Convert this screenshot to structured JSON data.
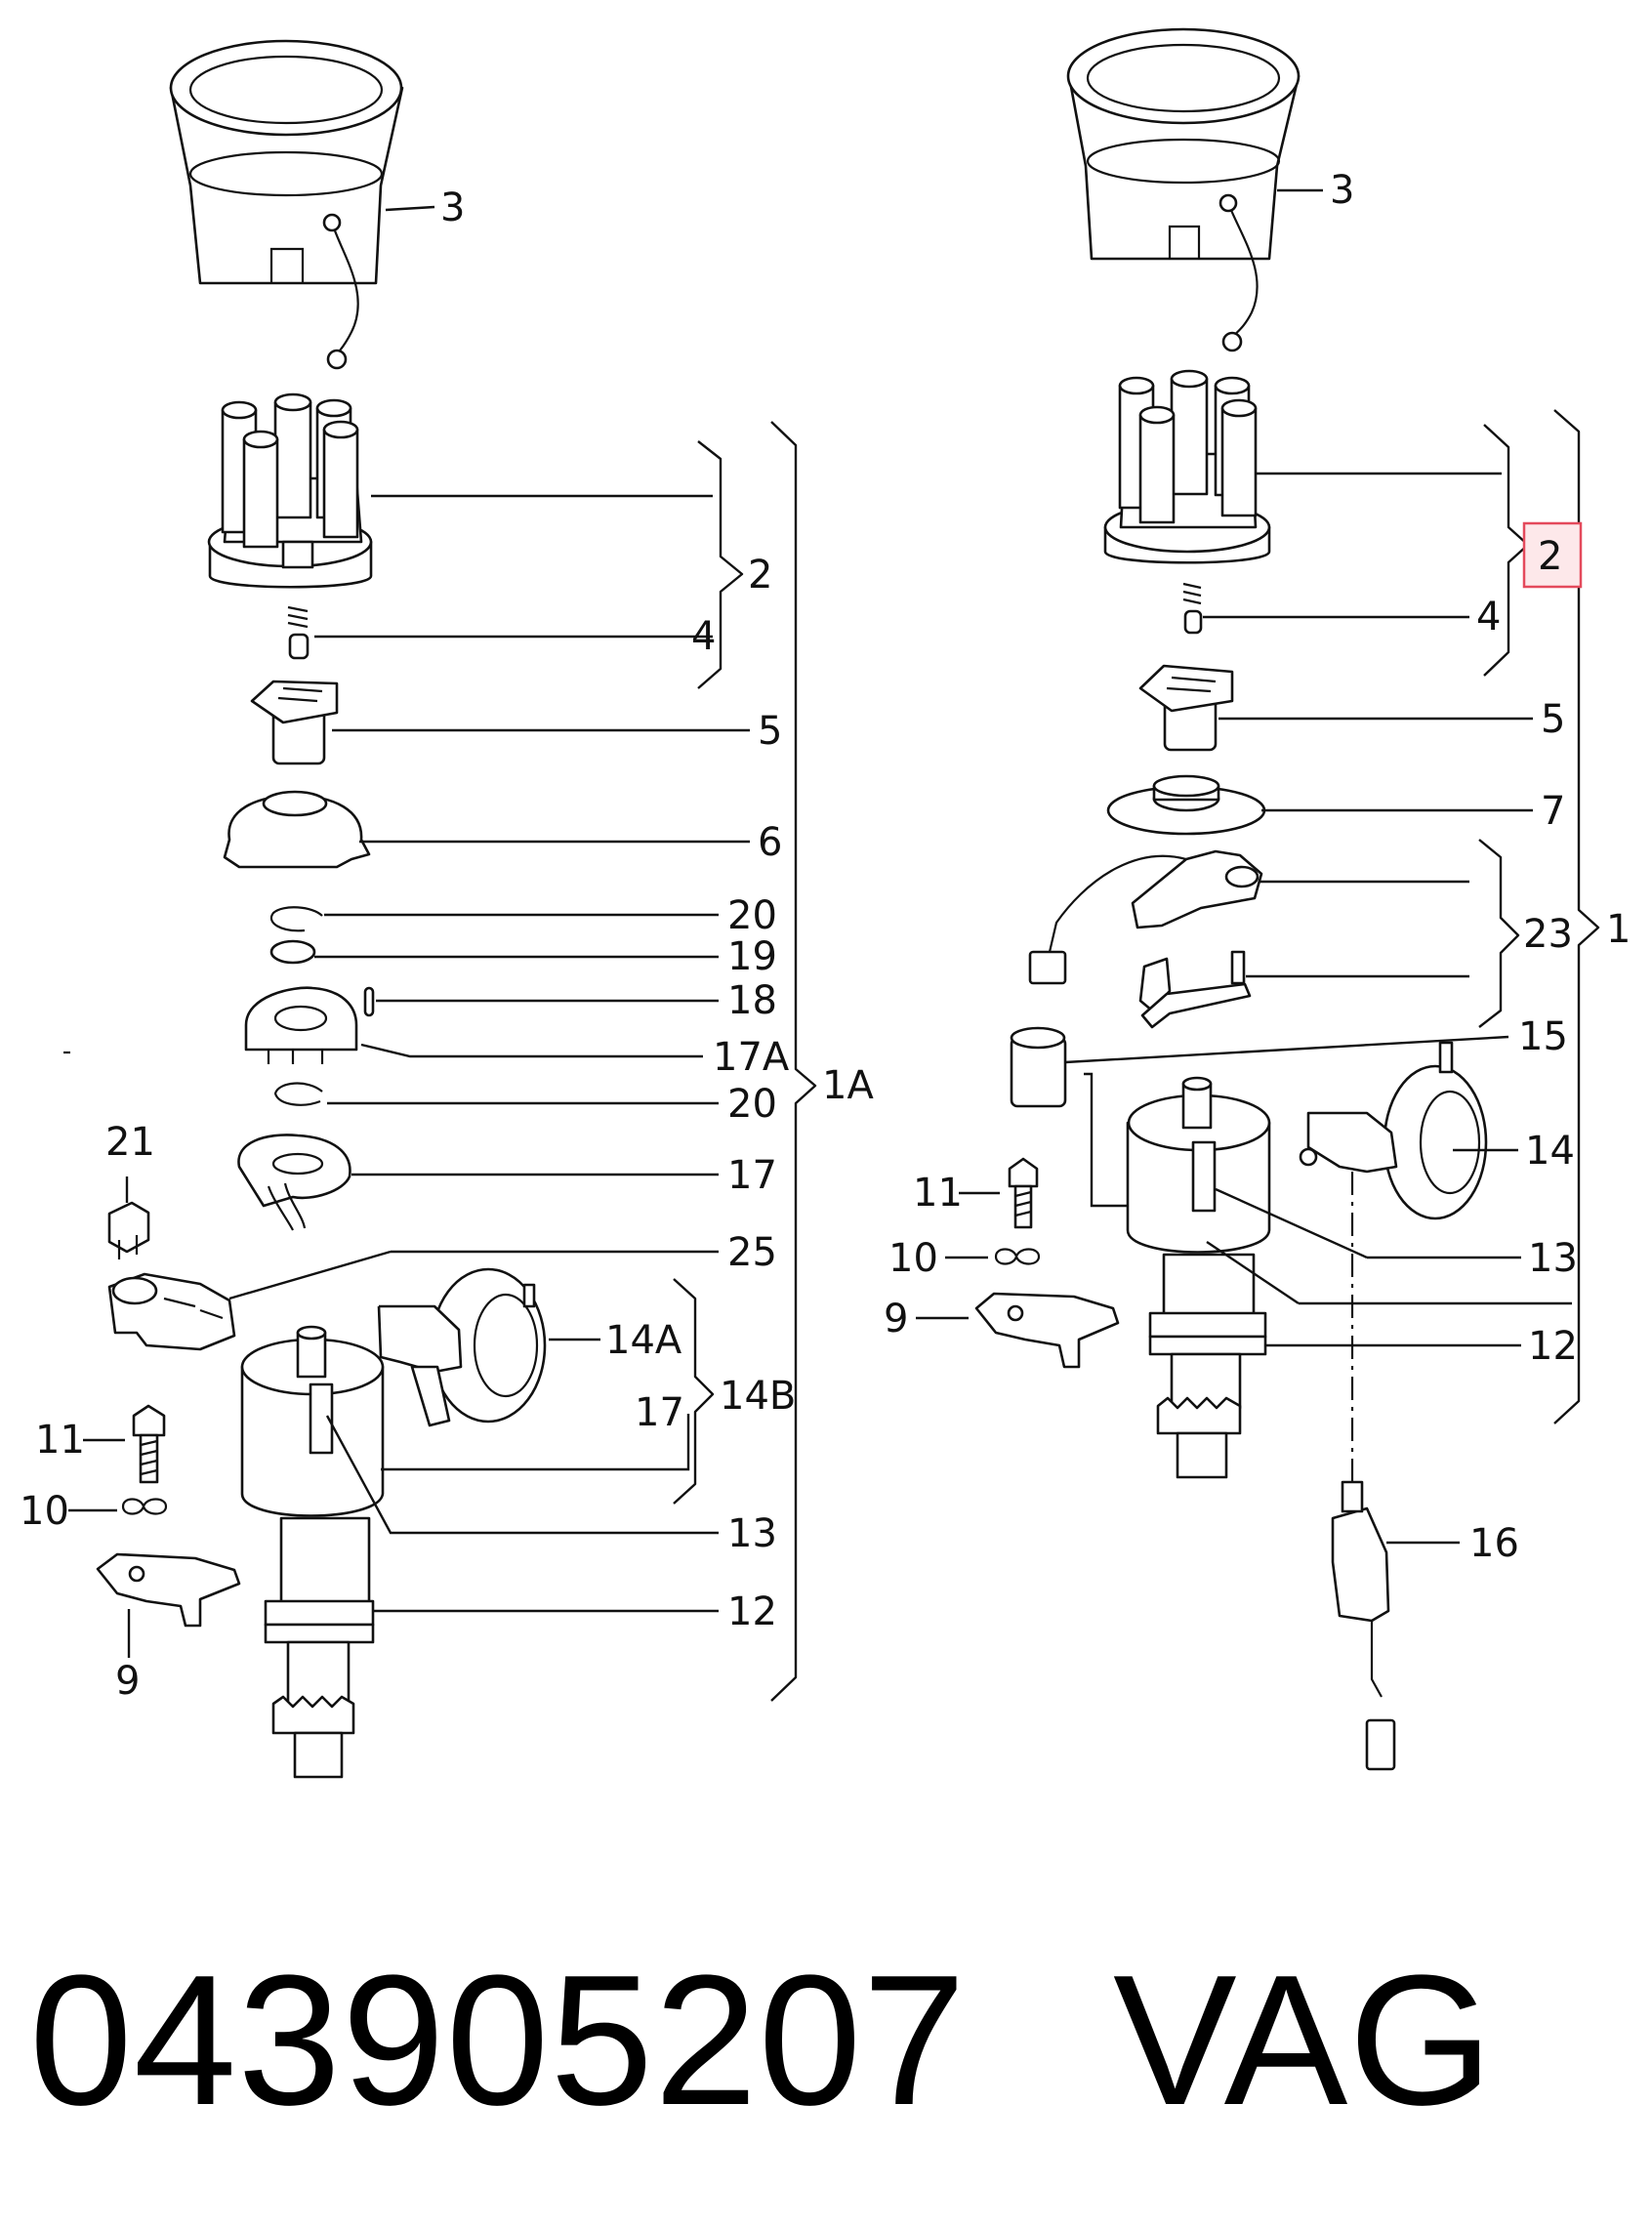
{
  "callouts": {
    "left": {
      "c3": "3",
      "c2": "2",
      "c4": "4",
      "c5": "5",
      "c6": "6",
      "c20a": "20",
      "c19": "19",
      "c18": "18",
      "c17A": "17A",
      "c20b": "20",
      "c1A": "1A",
      "c17": "17",
      "c21": "21",
      "c25": "25",
      "c14A": "14A",
      "c17b": "17",
      "c14B": "14B",
      "c11": "11",
      "c10": "10",
      "c13": "13",
      "c12": "12",
      "c9": "9"
    },
    "right": {
      "c3": "3",
      "c2": "2",
      "c4": "4",
      "c5": "5",
      "c7": "7",
      "c23": "23",
      "c1": "1",
      "c15": "15",
      "c14": "14",
      "c11": "11",
      "c10": "10",
      "c13": "13",
      "c9": "9",
      "c12": "12",
      "c16": "16"
    }
  },
  "footer": {
    "part_number": "043905207",
    "brand": "VAG"
  },
  "colors": {
    "line": "#111111",
    "highlight_fill": "#fde8ea",
    "highlight_stroke": "#e44a5c"
  }
}
